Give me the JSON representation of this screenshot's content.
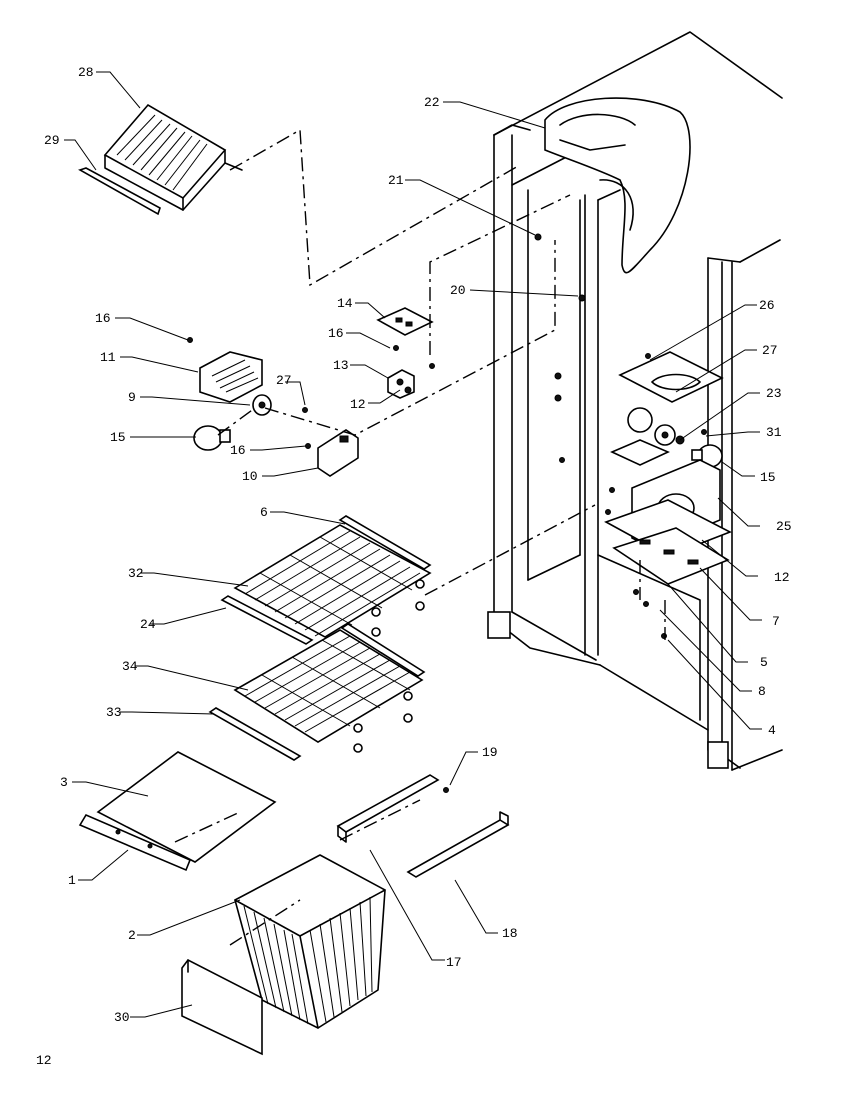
{
  "page_number": "12",
  "callouts": [
    "28",
    "29",
    "22",
    "21",
    "20",
    "14",
    "16",
    "13",
    "12",
    "16",
    "11",
    "27",
    "9",
    "15",
    "16",
    "10",
    "26",
    "27",
    "23",
    "31",
    "15",
    "25",
    "12",
    "7",
    "5",
    "8",
    "4",
    "6",
    "32",
    "24",
    "34",
    "33",
    "19",
    "3",
    "1",
    "18",
    "17",
    "2",
    "30"
  ]
}
